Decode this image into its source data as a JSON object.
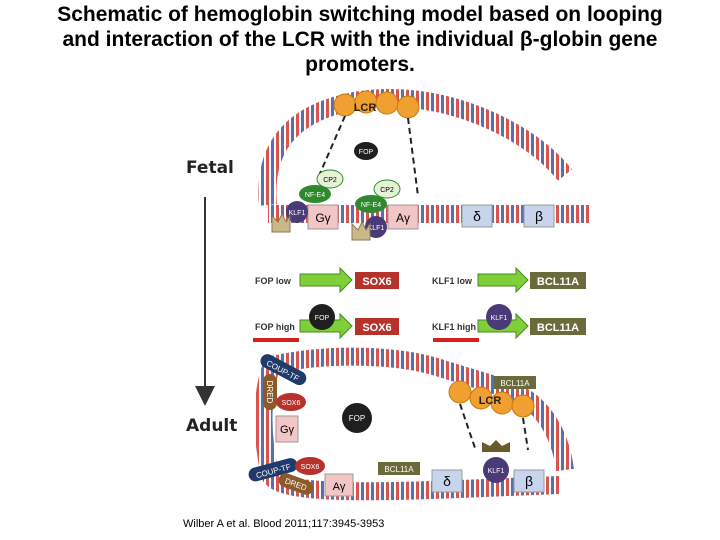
{
  "title_lines": [
    "Schematic of hemoglobin switching model based on looping",
    "and interaction of the LCR with the individual β-globin gene",
    "promoters."
  ],
  "labels": {
    "fetal": "Fetal",
    "adult": "Adult",
    "lcr": "LCR",
    "fop": "FOP",
    "cp2": "CP2",
    "nfe4": "NF-E4",
    "klf1": "KLF1",
    "g_gamma": "Gγ",
    "a_gamma": "Aγ",
    "delta": "δ",
    "beta": "β",
    "fop_low": "FOP low",
    "fop_high": "FOP high",
    "klf1_low": "KLF1 low",
    "klf1_high": "KLF1 high",
    "sox6": "SOX6",
    "bcl11a": "BCL11A",
    "coup_tf": "COUP-TF",
    "dred": "DRED"
  },
  "citation": "Wilber A et al. Blood 2011;117:3945-3953",
  "colors": {
    "dna_blue": "#5a6fb0",
    "dna_red": "#d9534f",
    "lcr_orange": "#f0a030",
    "gene_pink": "#f2c6c6",
    "gene_blue": "#c8d4ec",
    "arrow_green": "#7fcf3a",
    "nfe4_green": "#2f8a2f",
    "klf1_purple": "#4a3a78",
    "fop_black": "#1f1f1f",
    "bcl_olive": "#6b6a3a",
    "sox6_red": "#b8322c",
    "coup_navy": "#1f3a6b",
    "dred_brown": "#8a5a2a",
    "bar_red": "#d62020"
  }
}
